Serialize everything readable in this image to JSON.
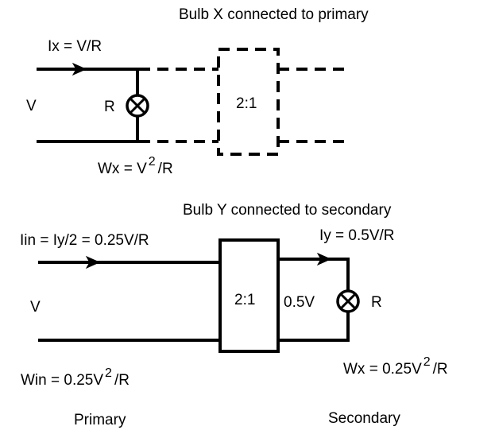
{
  "top": {
    "title": "Bulb X connected to primary",
    "current_label": "Ix = V/R",
    "voltage_label": "V",
    "resistor_label": "R",
    "transformer_ratio": "2:1",
    "power_label": "Wx = V",
    "power_exp": "2",
    "power_suffix": "/R"
  },
  "bottom": {
    "title": "Bulb Y connected to secondary",
    "input_current_label": "Iin = Iy/2 = 0.25V/R",
    "output_current_label": "Iy = 0.5V/R",
    "voltage_label": "V",
    "transformer_ratio": "2:1",
    "secondary_voltage_label": "0.5V",
    "resistor_label": "R",
    "input_power_label": "Win = 0.25V",
    "input_power_exp": "2",
    "input_power_suffix": "/R",
    "output_power_label": "Wx = 0.25V",
    "output_power_exp": "2",
    "output_power_suffix": "/R"
  },
  "footer": {
    "primary_label": "Primary",
    "secondary_label": "Secondary"
  }
}
